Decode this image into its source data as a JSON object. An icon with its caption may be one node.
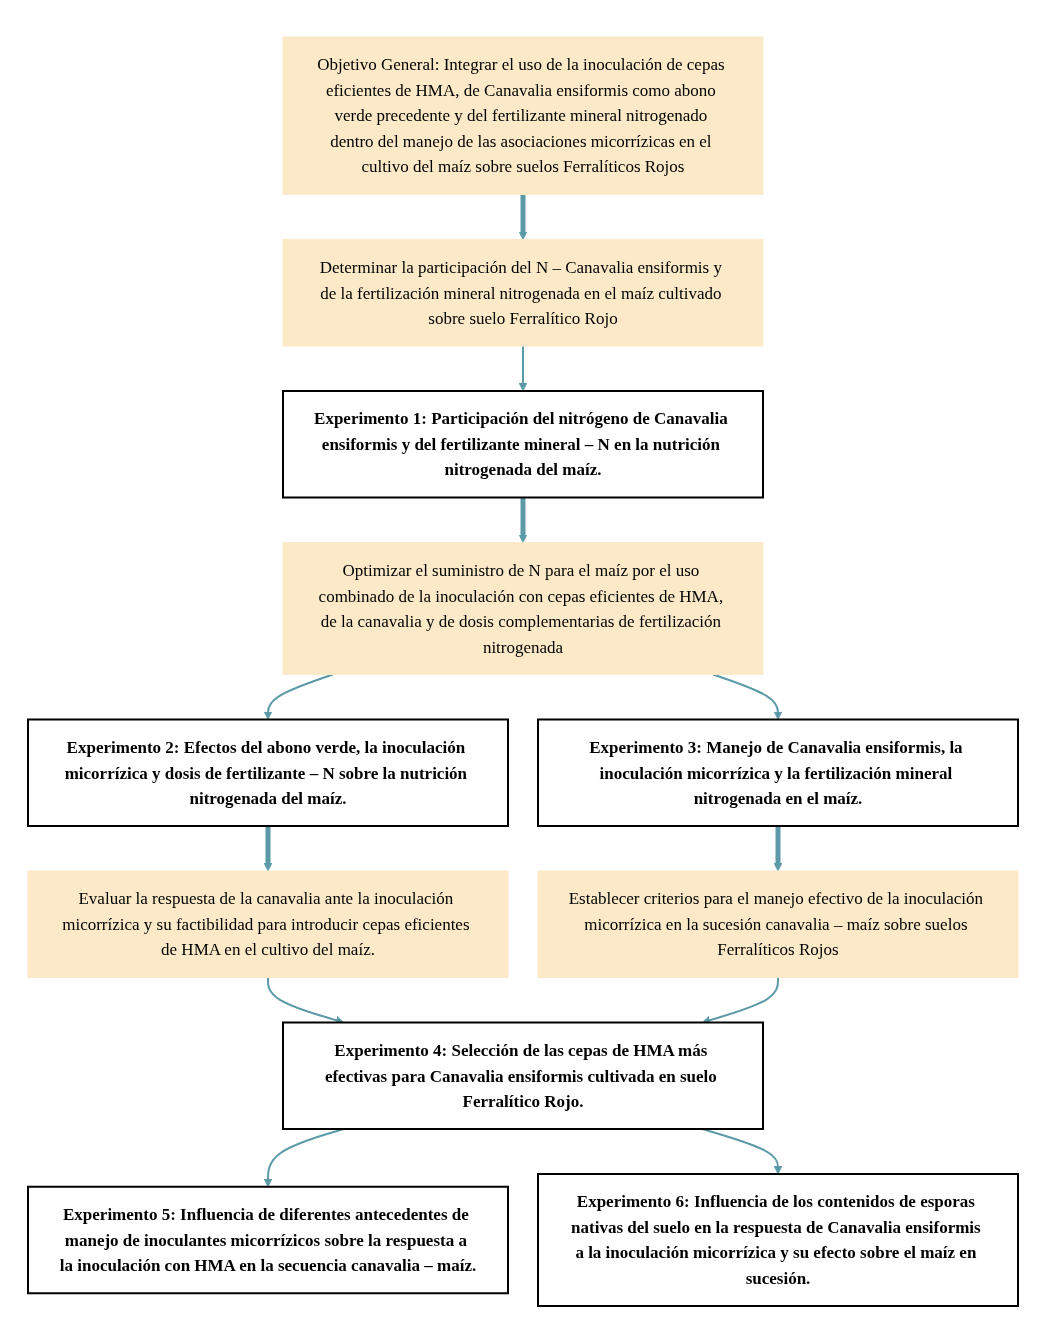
{
  "diagram": {
    "nodes": [
      {
        "text": [
          "Objetivo General: Integrar el uso de la inoculación de cepas eficientes de HMA, de Canavalia ensiformis como abono verde precedente y del fertilizante mineral nitrogenado dentro del manejo de las asociaciones micorrízicas en el cultivo del maíz sobre suelos Ferralíticos Rojos"
        ]
      },
      {
        "text": [
          "Determinar la participación del N – Canavalia ensiformis y de la fertilización mineral nitrogenada en el maíz cultivado sobre suelo Ferralítico Rojo"
        ]
      },
      {
        "text": [
          "Experimento 1: Participación del nitrógeno de Canavalia ensiformis y del fertilizante mineral – N en la nutrición nitrogenada del maíz."
        ]
      },
      {
        "text": [
          "Optimizar el suministro de N para el maíz por el uso combinado de la inoculación con cepas eficientes de HMA, de la canavalia y de dosis complementarias de fertilización nitrogenada"
        ]
      },
      {
        "text": [
          "Experimento 2: Efectos del abono verde, la inoculación micorrízica y dosis de fertilizante – N sobre la nutrición nitrogenada del maíz."
        ]
      },
      {
        "text": [
          "Experimento 3: Manejo de Canavalia ensiformis, la inoculación micorrízica y la fertilización mineral nitrogenada en el maíz."
        ]
      },
      {
        "text": [
          "Evaluar la respuesta de la canavalia ante la inoculación micorrízica y su factibilidad para introducir cepas eficientes de HMA en el cultivo del maíz."
        ]
      },
      {
        "text": [
          "Establecer criterios para el manejo efectivo de la inoculación micorrízica en la sucesión canavalia – maíz sobre suelos Ferralíticos Rojos"
        ]
      },
      {
        "text": [
          "Experimento 4: Selección de las cepas de HMA más efectivas para Canavalia ensiformis cultivada en suelo Ferralítico Rojo."
        ]
      },
      {
        "text": [
          "Experimento 5: Influencia de diferentes antecedentes de manejo de inoculantes micorrízicos sobre la respuesta a la inoculación con HMA en la secuencia canavalia – maíz."
        ]
      },
      {
        "text": [
          "Experimento 6: Influencia de los contenidos de esporas nativas del suelo en la respuesta de Canavalia ensiformis a la inoculación micorrízica y su efecto sobre el maíz en sucesión."
        ]
      }
    ],
    "edges": [
      {
        "from": 0,
        "to": 1,
        "arrow": "to",
        "style": "thick"
      },
      {
        "from": 1,
        "to": 2,
        "arrow": "to"
      },
      {
        "from": 2,
        "to": 3,
        "arrow": "to",
        "style": "thick"
      },
      {
        "from": 3,
        "to": 4,
        "arrow": "to"
      },
      {
        "from": 3,
        "to": 5,
        "arrow": "to"
      },
      {
        "from": 4,
        "to": 6,
        "arrow": "to",
        "style": "thick"
      },
      {
        "from": 5,
        "to": 7,
        "arrow": "to",
        "style": "thick"
      },
      {
        "from": 6,
        "to": 8,
        "arrow": "to"
      },
      {
        "from": 7,
        "to": 8,
        "arrow": "to"
      },
      {
        "from": 8,
        "to": 9,
        "arrow": "to"
      },
      {
        "from": 8,
        "to": 10,
        "arrow": "to"
      }
    ]
  }
}
